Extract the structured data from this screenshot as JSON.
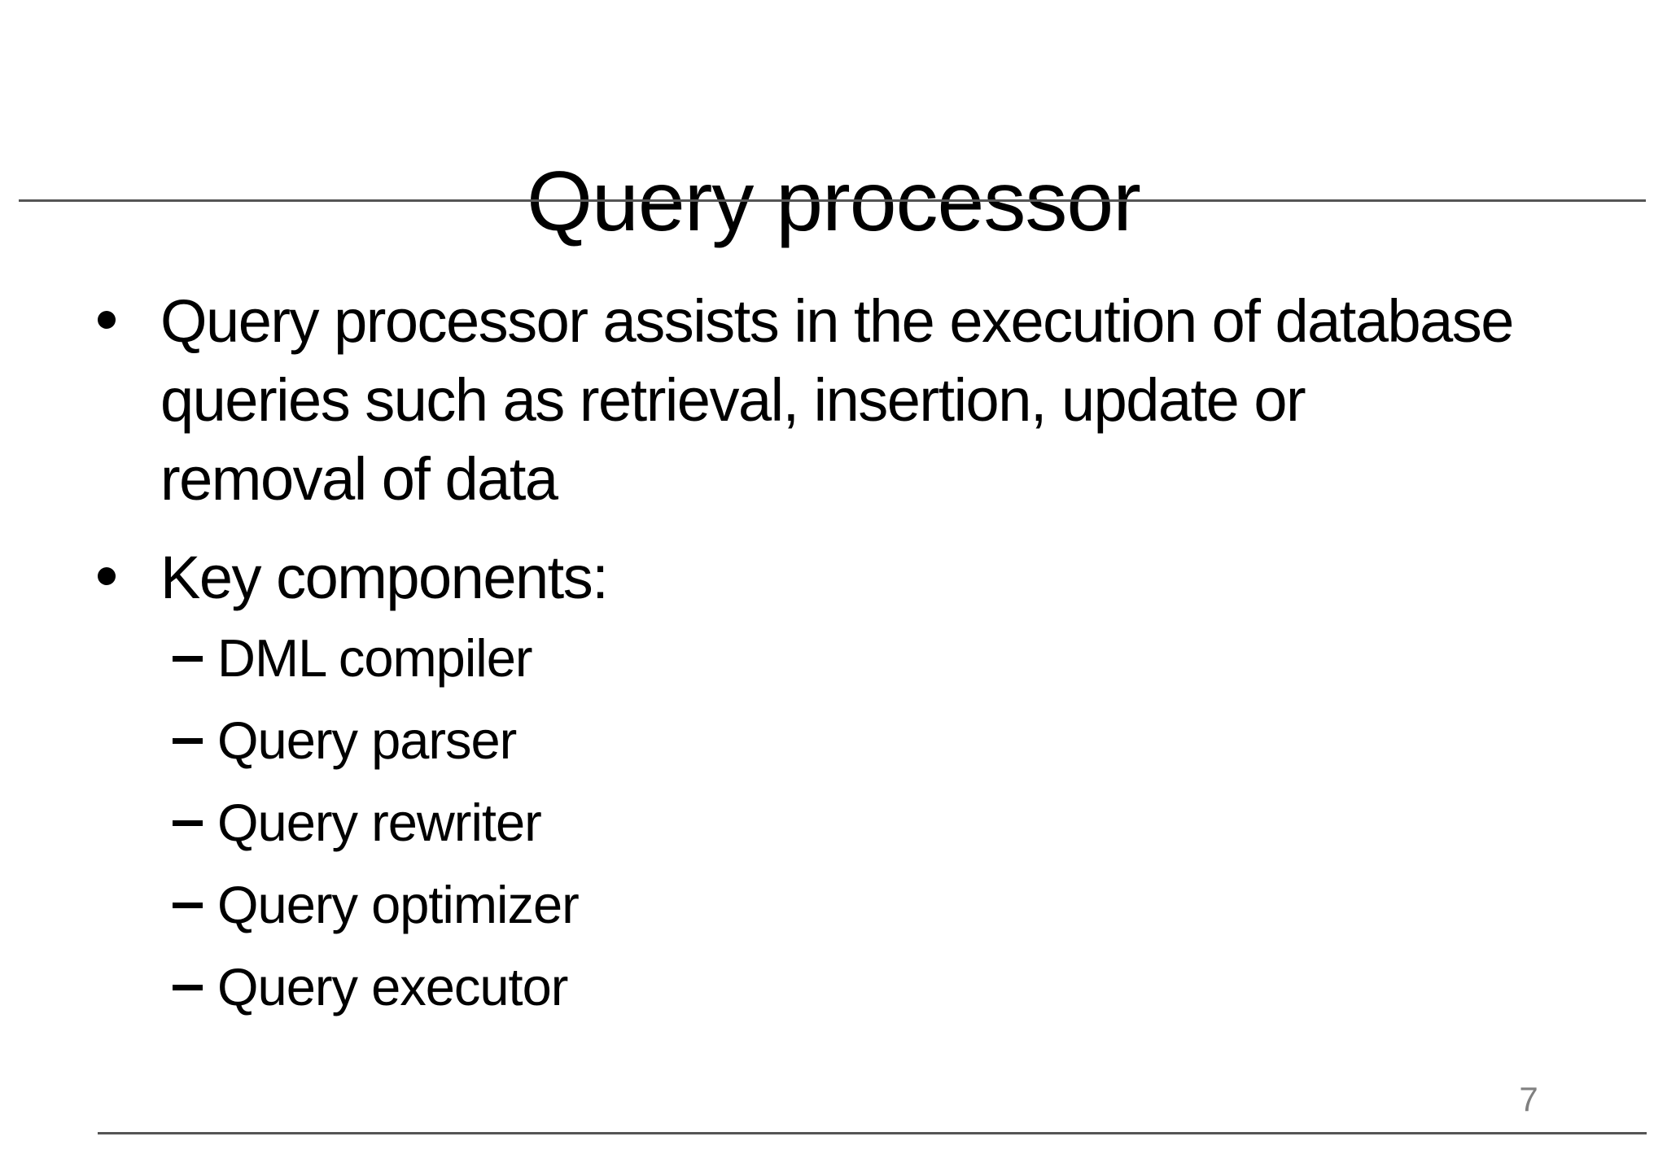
{
  "slide": {
    "title": "Query processor",
    "page_number": "7",
    "bullets": [
      {
        "level": 1,
        "marker": "disc",
        "text": "Query processor assists in the execution of database\nqueries such as retrieval, insertion, update or\nremoval of data"
      },
      {
        "level": 1,
        "marker": "disc",
        "text": "Key components:"
      },
      {
        "level": 2,
        "marker": "dash",
        "text": "DML compiler"
      },
      {
        "level": 2,
        "marker": "dash",
        "text": "Query parser"
      },
      {
        "level": 2,
        "marker": "dash",
        "text": "Query rewriter"
      },
      {
        "level": 2,
        "marker": "dash",
        "text": "Query optimizer"
      },
      {
        "level": 2,
        "marker": "dash",
        "text": "Query executor"
      }
    ],
    "colors": {
      "text": "#000000",
      "rule": "#555555",
      "page_number": "#808080",
      "background": "#ffffff"
    }
  }
}
